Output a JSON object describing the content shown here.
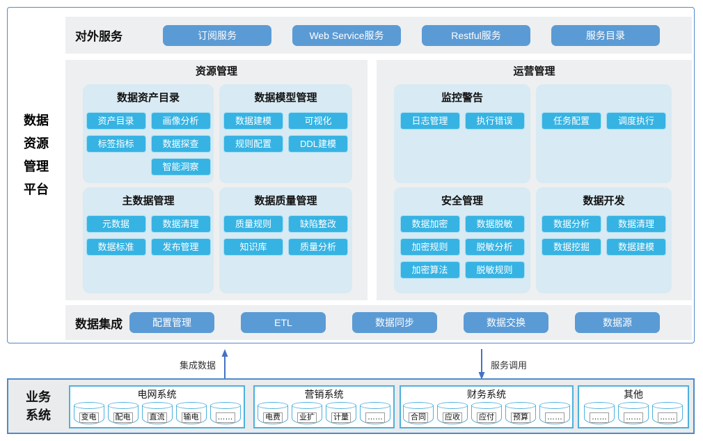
{
  "platform": {
    "title_lines": [
      "数据",
      "资源",
      "管理",
      "平台"
    ],
    "external": {
      "label": "对外服务",
      "buttons": [
        "订阅服务",
        "Web Service服务",
        "Restful服务",
        "服务目录"
      ]
    },
    "resource": {
      "title": "资源管理",
      "cards": [
        {
          "title": "数据资产目录",
          "buttons": [
            "资产目录",
            "画像分析",
            "标签指标",
            "数据探查",
            "智能洞察"
          ]
        },
        {
          "title": "数据模型管理",
          "buttons": [
            "数据建模",
            "可视化",
            "规则配置",
            "DDL建模"
          ]
        },
        {
          "title": "主数据管理",
          "buttons": [
            "元数据",
            "数据清理",
            "数据标准",
            "发布管理"
          ]
        },
        {
          "title": "数据质量管理",
          "buttons": [
            "质量规则",
            "缺陷整改",
            "知识库",
            "质量分析"
          ]
        }
      ]
    },
    "operations": {
      "title": "运营管理",
      "cards": [
        {
          "title": "监控警告",
          "buttons": [
            "日志管理",
            "执行错误"
          ]
        },
        {
          "title": "",
          "buttons": [
            "任务配置",
            "调度执行"
          ]
        },
        {
          "title": "安全管理",
          "buttons": [
            "数据加密",
            "数据脱敏",
            "加密规则",
            "脱敏分析",
            "加密算法",
            "脱敏规则"
          ]
        },
        {
          "title": "数据开发",
          "buttons": [
            "数据分析",
            "数据清理",
            "数据挖掘",
            "数据建模"
          ]
        }
      ]
    },
    "integration": {
      "label": "数据集成",
      "buttons": [
        "配置管理",
        "ETL",
        "数据同步",
        "数据交换",
        "数据源"
      ]
    }
  },
  "flows": {
    "up_label": "集成数据",
    "down_label": "服务调用"
  },
  "business": {
    "label_lines": [
      "业务",
      "系统"
    ],
    "systems": [
      {
        "title": "电网系统",
        "databases": [
          "变电",
          "配电",
          "直流",
          "输电",
          "……"
        ]
      },
      {
        "title": "营销系统",
        "databases": [
          "电费",
          "业扩",
          "计量",
          "……"
        ]
      },
      {
        "title": "财务系统",
        "databases": [
          "合同",
          "应收",
          "应付",
          "预算",
          "……"
        ]
      },
      {
        "title": "其他",
        "databases": [
          "……",
          "……",
          "……"
        ]
      }
    ]
  },
  "colors": {
    "service_button": "#5b9bd5",
    "feature_button": "#36b3e3",
    "card_bg": "#d8eaf3",
    "panel_bg": "#eeeff0",
    "box_border": "#4e8ac8",
    "cylinder_stroke": "#4db0dd",
    "arrow": "#4472c4"
  }
}
